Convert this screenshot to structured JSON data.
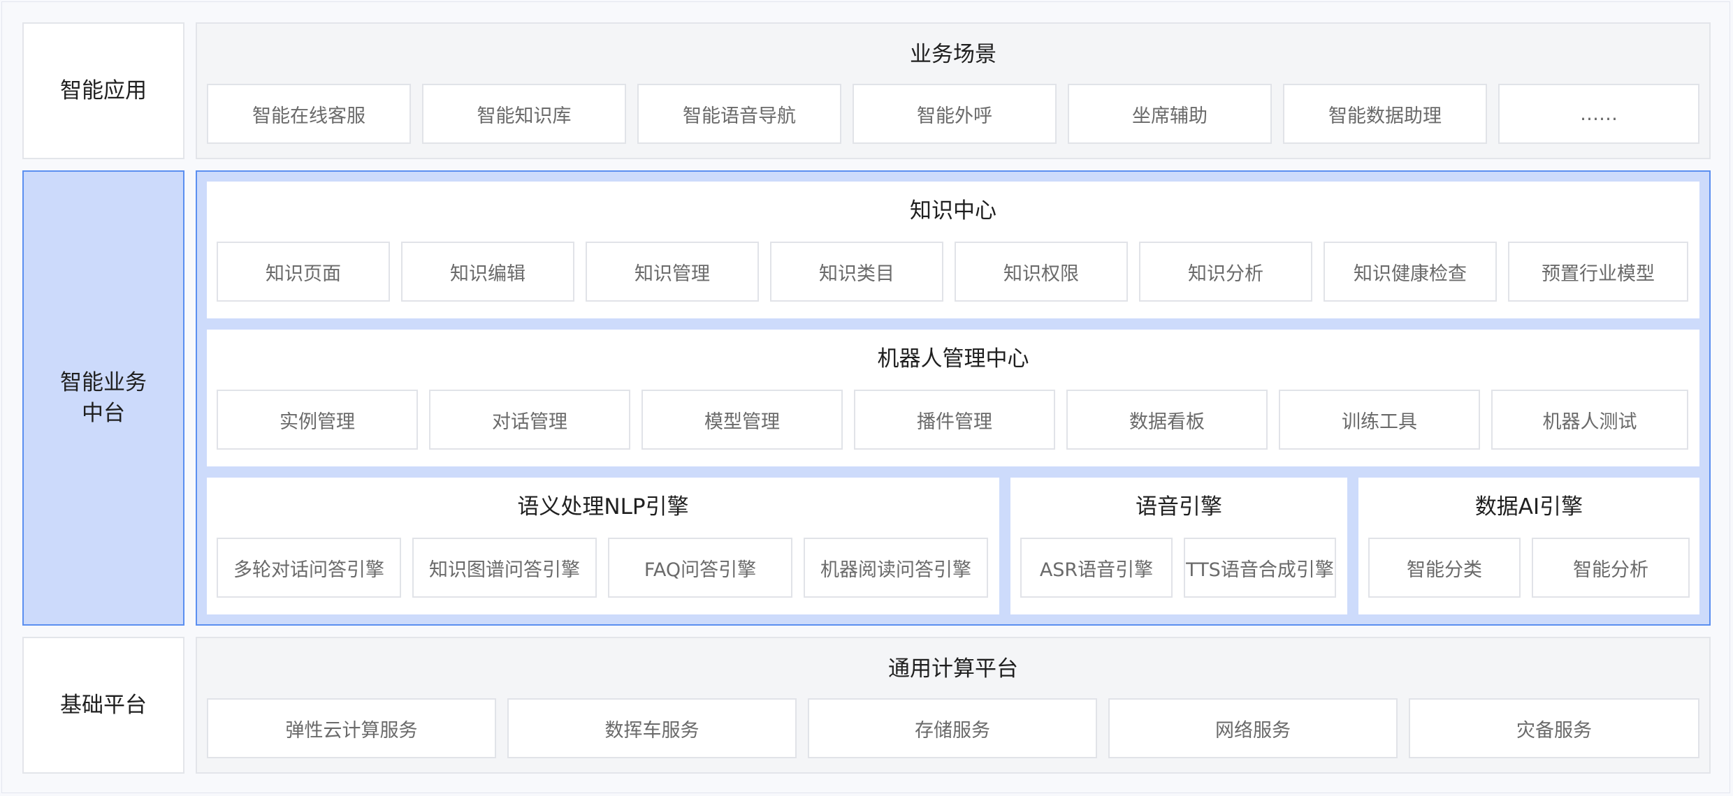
{
  "layers": {
    "app": {
      "label": "智能应用",
      "title": "业务场景",
      "items": [
        "智能在线客服",
        "智能知识库",
        "智能语音导航",
        "智能外呼",
        "坐席辅助",
        "智能数据助理",
        "……"
      ]
    },
    "middle": {
      "label": "智能业务\n中台",
      "knowledge": {
        "title": "知识中心",
        "items": [
          "知识页面",
          "知识编辑",
          "知识管理",
          "知识类目",
          "知识权限",
          "知识分析",
          "知识健康检查",
          "预置行业模型"
        ]
      },
      "robot": {
        "title": "机器人管理中心",
        "items": [
          "实例管理",
          "对话管理",
          "模型管理",
          "播件管理",
          "数据看板",
          "训练工具",
          "机器人测试"
        ]
      },
      "nlp": {
        "title": "语义处理NLP引擎",
        "items": [
          "多轮对话问答引擎",
          "知识图谱问答引擎",
          "FAQ问答引擎",
          "机器阅读问答引擎"
        ]
      },
      "voice": {
        "title": "语音引擎",
        "items": [
          "ASR语音引擎",
          "TTS语音合成引擎"
        ]
      },
      "dataai": {
        "title": "数据AI引擎",
        "items": [
          "智能分类",
          "智能分析"
        ]
      }
    },
    "base": {
      "label": "基础平台",
      "title": "通用计算平台",
      "items": [
        "弹性云计算服务",
        "数挥车服务",
        "存储服务",
        "网络服务",
        "灾备服务"
      ]
    }
  },
  "colors": {
    "accent_border": "#5b8ff0",
    "accent_fill": "#cddbfb",
    "panel_fill": "#f4f5f7",
    "box_text": "#6a6a6a"
  }
}
